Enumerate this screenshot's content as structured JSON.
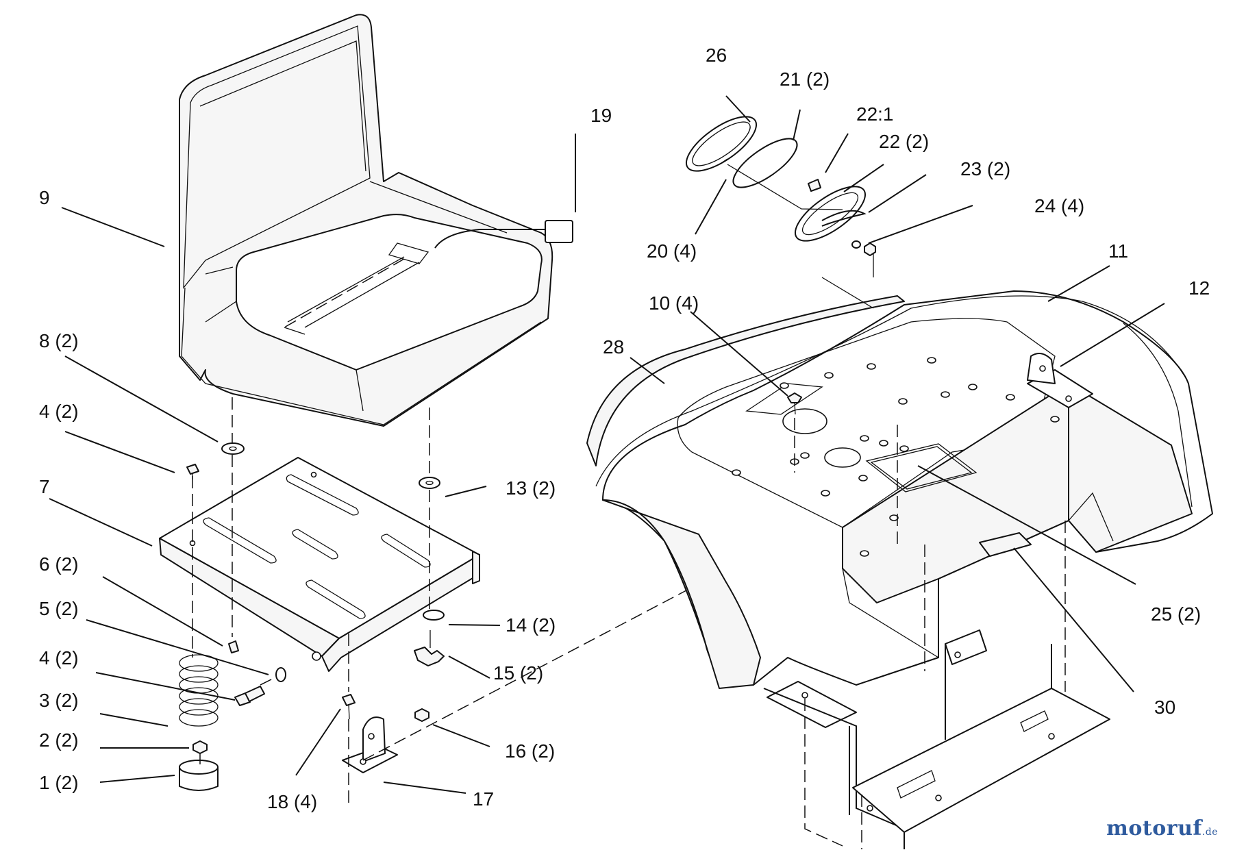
{
  "diagram": {
    "labels": {
      "p1": "1 (2)",
      "p2": "2 (2)",
      "p3": "3 (2)",
      "p4a": "4 (2)",
      "p4b": "4 (2)",
      "p5": "5 (2)",
      "p6": "6 (2)",
      "p7": "7",
      "p8": "8 (2)",
      "p9": "9",
      "p10": "10 (4)",
      "p11": "11",
      "p12": "12",
      "p13": "13 (2)",
      "p14": "14 (2)",
      "p15": "15 (2)",
      "p16": "16 (2)",
      "p17": "17",
      "p18": "18 (4)",
      "p19": "19",
      "p20": "20 (4)",
      "p21": "21 (2)",
      "p22_1": "22:1",
      "p22": "22 (2)",
      "p23": "23 (2)",
      "p24": "24 (4)",
      "p25": "25 (2)",
      "p26": "26",
      "p28": "28",
      "p30": "30"
    }
  },
  "watermark": {
    "main": "motoruf",
    "tld": ".de"
  }
}
